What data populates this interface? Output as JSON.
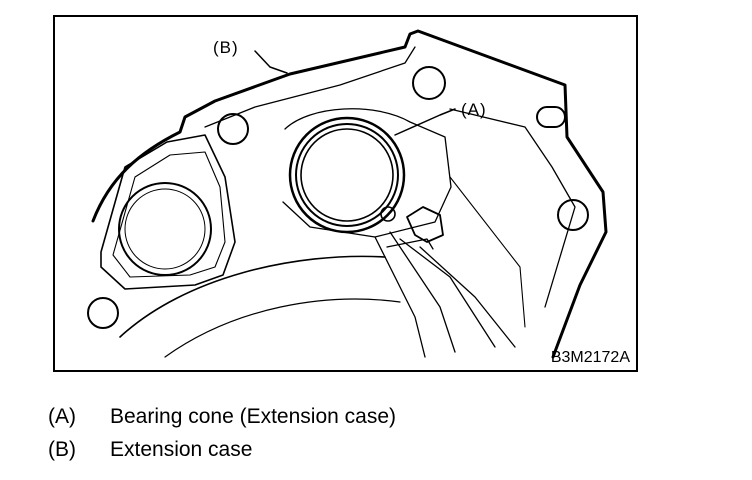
{
  "figure": {
    "callouts": [
      {
        "key": "(A)"
      },
      {
        "key": "(B)"
      }
    ],
    "figure_id": "B3M2172A"
  },
  "legend": [
    {
      "key": "(A)",
      "text": "Bearing cone (Extension case)"
    },
    {
      "key": "(B)",
      "text": "Extension case"
    }
  ]
}
